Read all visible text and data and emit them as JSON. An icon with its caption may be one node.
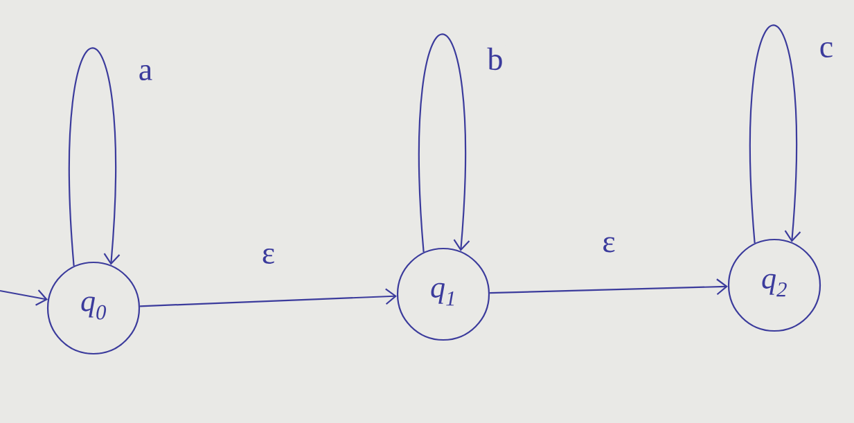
{
  "diagram": {
    "nodes": [
      {
        "text": [
          "q$_{0}$"
        ]
      },
      {
        "text": [
          "q$_{1}$"
        ]
      },
      {
        "text": [
          "q$_{2}$"
        ]
      }
    ],
    "edges": [
      {
        "from": null,
        "to": 0,
        "arrow": "to"
      },
      {
        "from": 0,
        "to": 0,
        "arrow": "to",
        "label": "a"
      },
      {
        "from": 0,
        "to": 1,
        "arrow": "to",
        "label": "ε"
      },
      {
        "from": 1,
        "to": 1,
        "arrow": "to",
        "label": "b"
      },
      {
        "from": 1,
        "to": 2,
        "arrow": "to",
        "label": "ε"
      },
      {
        "from": 2,
        "to": 2,
        "arrow": "to",
        "label": "c"
      }
    ]
  }
}
